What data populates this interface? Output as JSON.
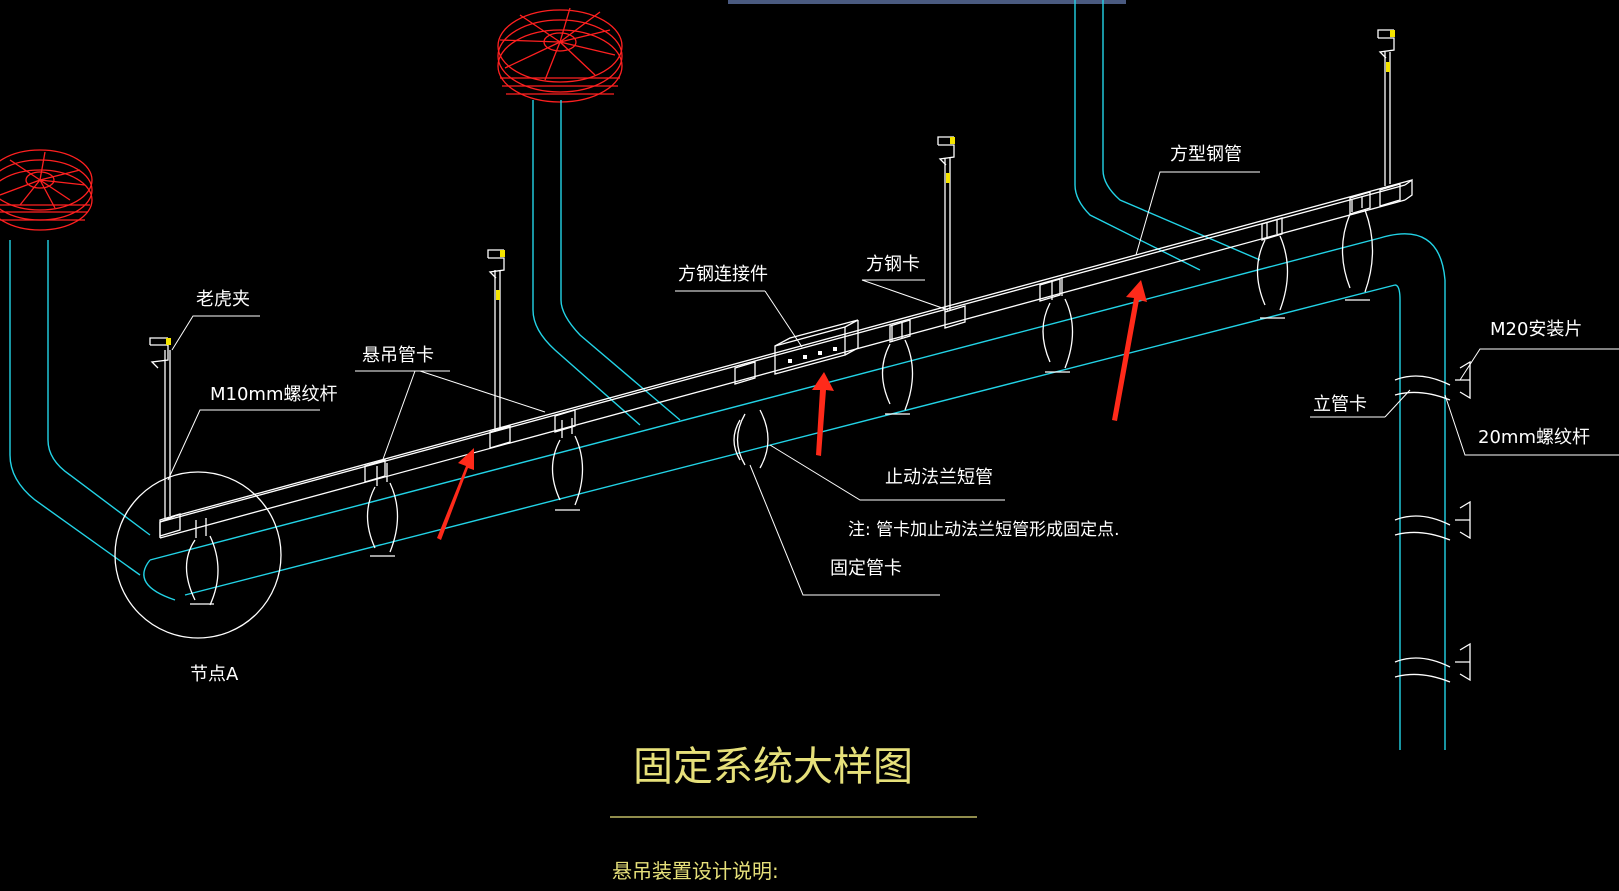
{
  "colors": {
    "background": "#000000",
    "pipe": "#22d3e6",
    "steel": "#ffffff",
    "fan": "#ff2020",
    "arrow": "#ff2a1a",
    "title": "#e6e07a",
    "accent": "#f4e400",
    "topbar": "#4a5a80"
  },
  "labels": {
    "tiger_clamp": "老虎夹",
    "m10_rod": "M10mm螺纹杆",
    "hanger_clamp": "悬吊管卡",
    "square_connector": "方钢连接件",
    "square_clamp": "方钢卡",
    "square_steel_tube": "方型钢管",
    "m20_plate": "M20安装片",
    "riser_clamp": "立管卡",
    "rod_20mm": "20mm螺纹杆",
    "flange_pipe": "止动法兰短管",
    "note": "注: 管卡加止动法兰短管形成固定点.",
    "fixed_clamp": "固定管卡",
    "node_a": "节点A"
  },
  "title": "固定系统大样图",
  "subtitle": "悬吊装置设计说明:"
}
